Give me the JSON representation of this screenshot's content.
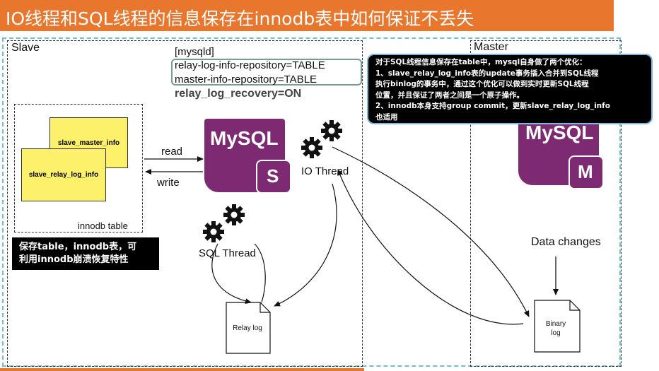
{
  "title": "IO线程和SQL线程的信息保存在innodb表中如何保证不丢失",
  "slave_label": "Slave",
  "master_label": "Master",
  "config": {
    "section": "[mysqld]",
    "line1": "relay-log-info-repository=TABLE",
    "line2": "master-info-repository=TABLE",
    "line3": "relay_log_recovery=ON"
  },
  "innodb": {
    "note1": "slave_master_info",
    "note2": "slave_relay_log_info",
    "table_label": "innodb table"
  },
  "arrows": {
    "read": "read",
    "write": "write",
    "data_changes": "Data changes"
  },
  "mysql_slave": {
    "text": "MySQL",
    "letter": "S",
    "color": "#7d2a73"
  },
  "mysql_master": {
    "text": "MySQL",
    "letter": "M",
    "color": "#7d2a73"
  },
  "threads": {
    "io": "IO Thread",
    "sql": "SQL Thread"
  },
  "docs": {
    "relay": "Relay log",
    "binary_line1": "Binary",
    "binary_line2": "log"
  },
  "note_bottom": {
    "line1": "保存table，innodb表，可",
    "line2": "利用innodb崩溃恢复特性"
  },
  "callout": {
    "line1": "对于SQL线程信息保存在table中，mysql自身做了两个优化：",
    "line2": "1、slave_relay_log_info表的update事务插入合并到SQL线程",
    "line3": "执行binlog的事务中，通过这个优化可以做到实时更新SQL线程",
    "line4": "位置，并且保证了两者之间是一个原子操作。",
    "line5": "2、innodb本身支持group commit，更新slave_relay_log_info",
    "line6": "也适用"
  },
  "colors": {
    "accent": "#e9762d",
    "frame": "#6cc0d8",
    "note": "#fdf06a",
    "mysql": "#7d2a73"
  }
}
